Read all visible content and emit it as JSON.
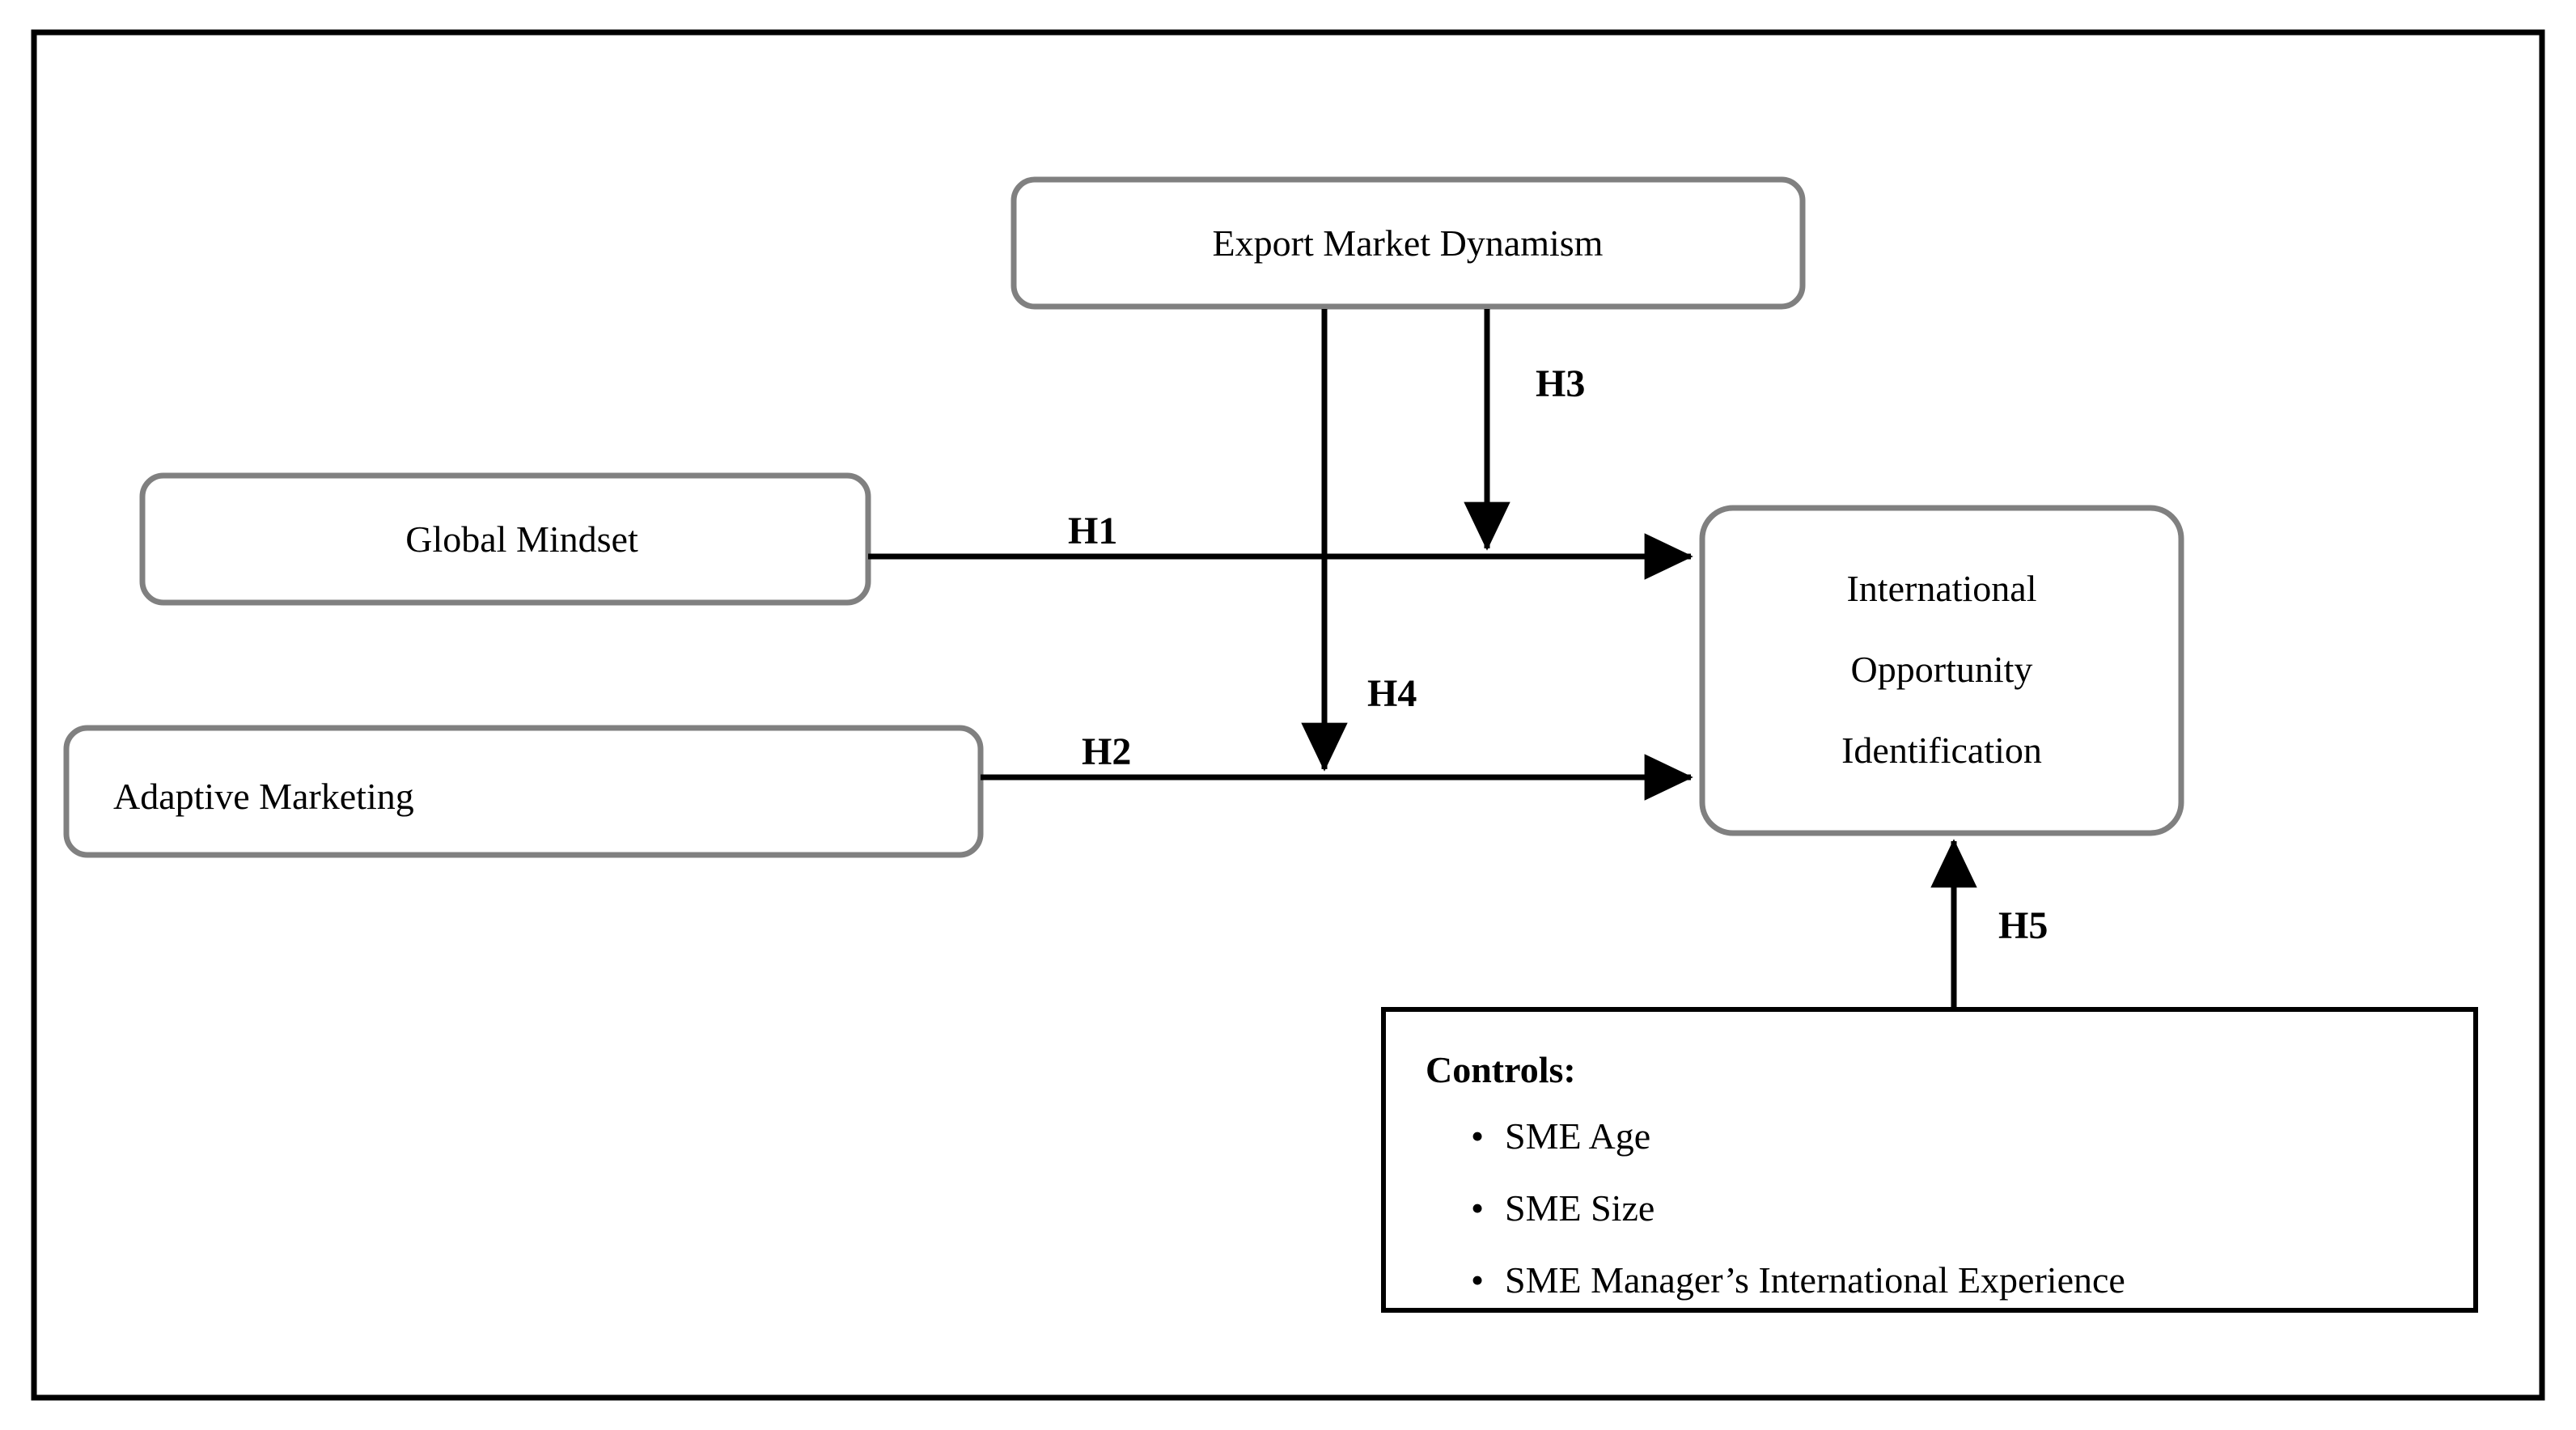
{
  "figure": {
    "kind": "conceptual-framework-diagram",
    "background_color": "#ffffff",
    "frame_border_color": "#000000",
    "node_border_color": "#808080",
    "node_fill_color": "#ffffff",
    "arrow_color": "#000000",
    "text_color": "#000000"
  },
  "nodes": {
    "export_market_dynamism": {
      "label": "Export Market Dynamism"
    },
    "global_mindset": {
      "label": "Global Mindset"
    },
    "adaptive_marketing": {
      "label": "Adaptive Marketing"
    },
    "international_opportunity_identification": {
      "line1": "International",
      "line2": "Opportunity",
      "line3": "Identification"
    }
  },
  "controls": {
    "heading": "Controls:",
    "bullet": "•",
    "items": [
      "SME Age",
      "SME Size",
      "SME Manager’s International Experience"
    ]
  },
  "hypotheses": {
    "h1": {
      "label": "H1",
      "from": "global_mindset",
      "to": "international_opportunity_identification"
    },
    "h2": {
      "label": "H2",
      "from": "adaptive_marketing",
      "to": "international_opportunity_identification"
    },
    "h3": {
      "label": "H3",
      "from": "export_market_dynamism",
      "to": "h1-path"
    },
    "h4": {
      "label": "H4",
      "from": "export_market_dynamism",
      "to": "h2-path"
    },
    "h5": {
      "label": "H5",
      "from": "controls",
      "to": "international_opportunity_identification"
    }
  }
}
